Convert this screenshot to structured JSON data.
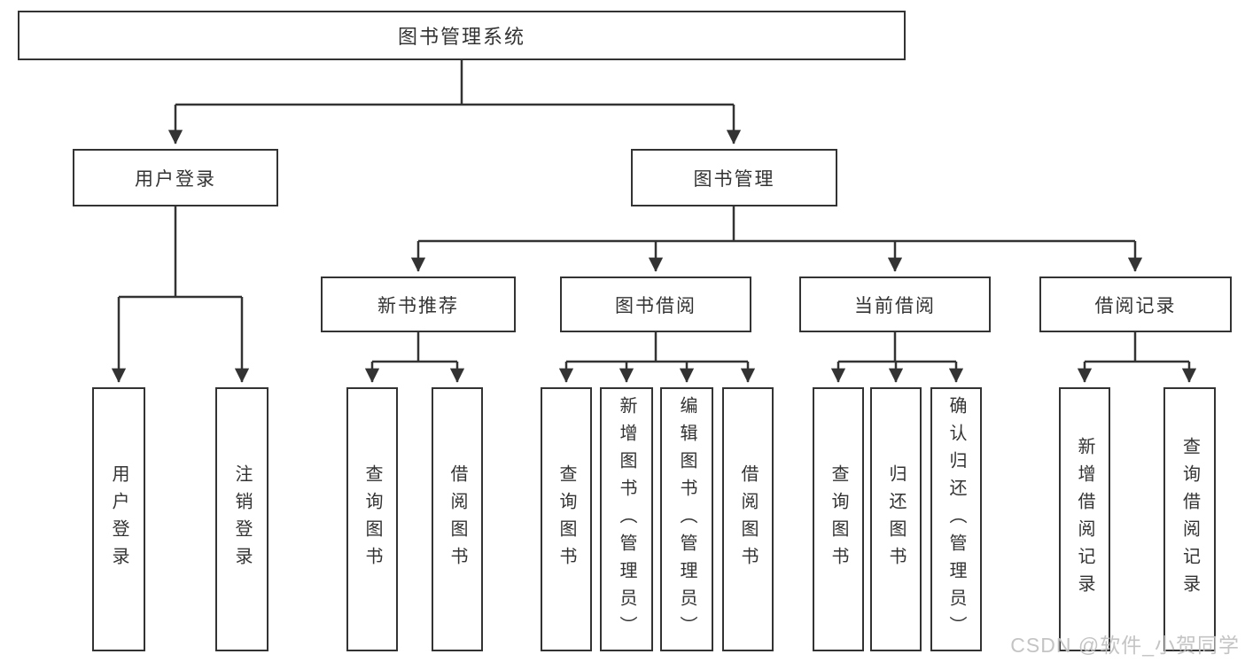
{
  "diagram": {
    "root": {
      "label": "图书管理系统"
    },
    "branches": [
      {
        "label": "用户登录",
        "leaves": [
          {
            "label": "用户登录"
          },
          {
            "label": "注销登录"
          }
        ]
      },
      {
        "label": "图书管理",
        "children": [
          {
            "label": "新书推荐",
            "leaves": [
              {
                "label": "查询图书"
              },
              {
                "label": "借阅图书"
              }
            ]
          },
          {
            "label": "图书借阅",
            "leaves": [
              {
                "label": "查询图书"
              },
              {
                "label": "新增图书（管理员）"
              },
              {
                "label": "编辑图书（管理员）"
              },
              {
                "label": "借阅图书"
              }
            ]
          },
          {
            "label": "当前借阅",
            "leaves": [
              {
                "label": "查询图书"
              },
              {
                "label": "归还图书"
              },
              {
                "label": "确认归还（管理员）"
              }
            ]
          },
          {
            "label": "借阅记录",
            "leaves": [
              {
                "label": "新增借阅记录"
              },
              {
                "label": "查询借阅记录"
              }
            ]
          }
        ]
      }
    ]
  },
  "watermark": {
    "text": "CSDN @软件_小贺同学"
  },
  "colors": {
    "line": "#333333",
    "text": "#333333",
    "background": "#ffffff",
    "watermark": "#c1c1c1"
  }
}
